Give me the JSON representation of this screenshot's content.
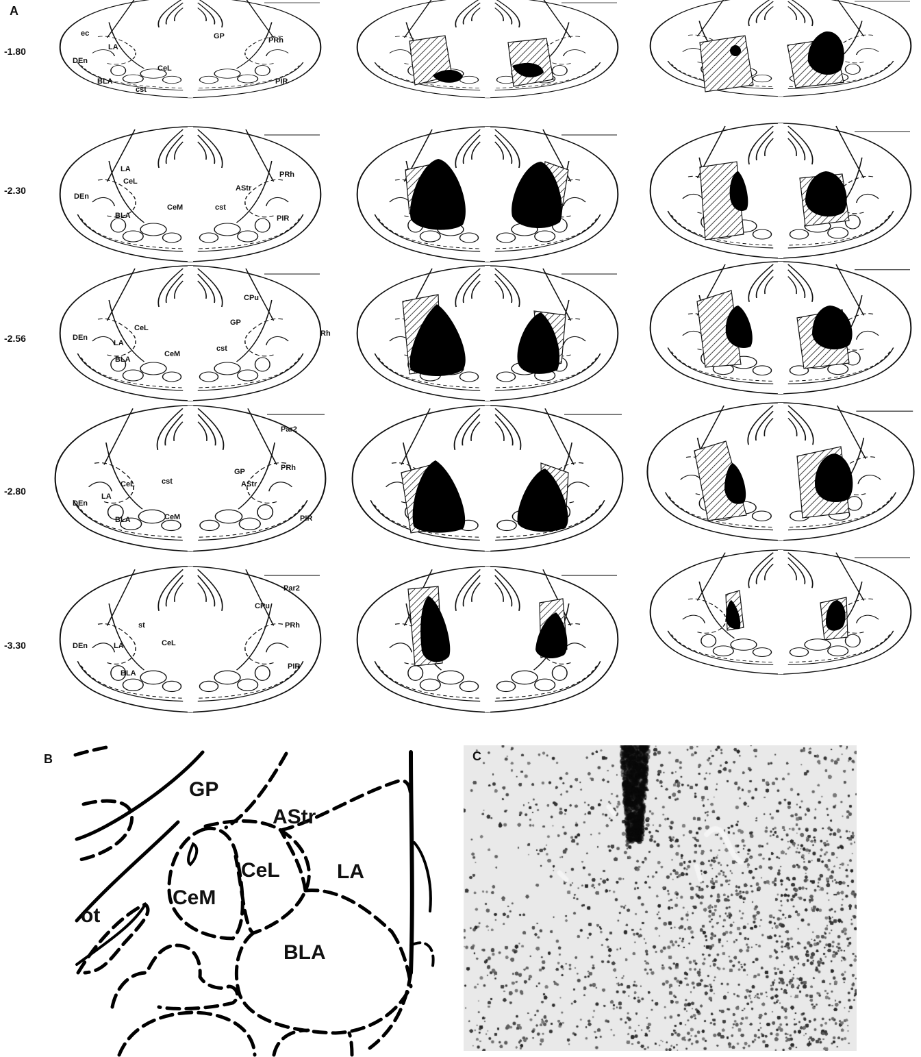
{
  "panel_a": {
    "letter": "A",
    "levels": [
      "-1.80",
      "-2.30",
      "-2.56",
      "-2.80",
      "-3.30"
    ],
    "plate_labels": [
      {
        "plate": 0,
        "left": [
          "ec",
          "LA",
          "DEn",
          "CeL",
          "BLA",
          "cst"
        ],
        "right": [
          "GP",
          "PRh",
          "PIR"
        ]
      },
      {
        "plate": 1,
        "left": [
          "LA",
          "CeL",
          "DEn",
          "BLA",
          "CeM"
        ],
        "right": [
          "PRh",
          "AStr",
          "cst",
          "PIR"
        ]
      },
      {
        "plate": 2,
        "left": [
          "DEn",
          "CeL",
          "LA",
          "BLA",
          "CeM"
        ],
        "right": [
          "CPu",
          "GP",
          "cst",
          "Rh"
        ]
      },
      {
        "plate": 3,
        "left": [
          "CeL",
          "cst",
          "LA",
          "DEn",
          "BLA",
          "CeM"
        ],
        "right": [
          "Par2",
          "PRh",
          "GP",
          "AStr",
          "PIR"
        ]
      },
      {
        "plate": 4,
        "left": [
          "st",
          "DEn",
          "LA",
          "CeL",
          "BLA"
        ],
        "right": [
          "Par2",
          "CPu",
          "PRh",
          "PIR"
        ]
      }
    ]
  },
  "panel_b": {
    "letter": "B",
    "labels": [
      "GP",
      "AStr",
      "CeL",
      "LA",
      "CeM",
      "ot",
      "BLA"
    ]
  },
  "panel_c": {
    "letter": "C"
  }
}
